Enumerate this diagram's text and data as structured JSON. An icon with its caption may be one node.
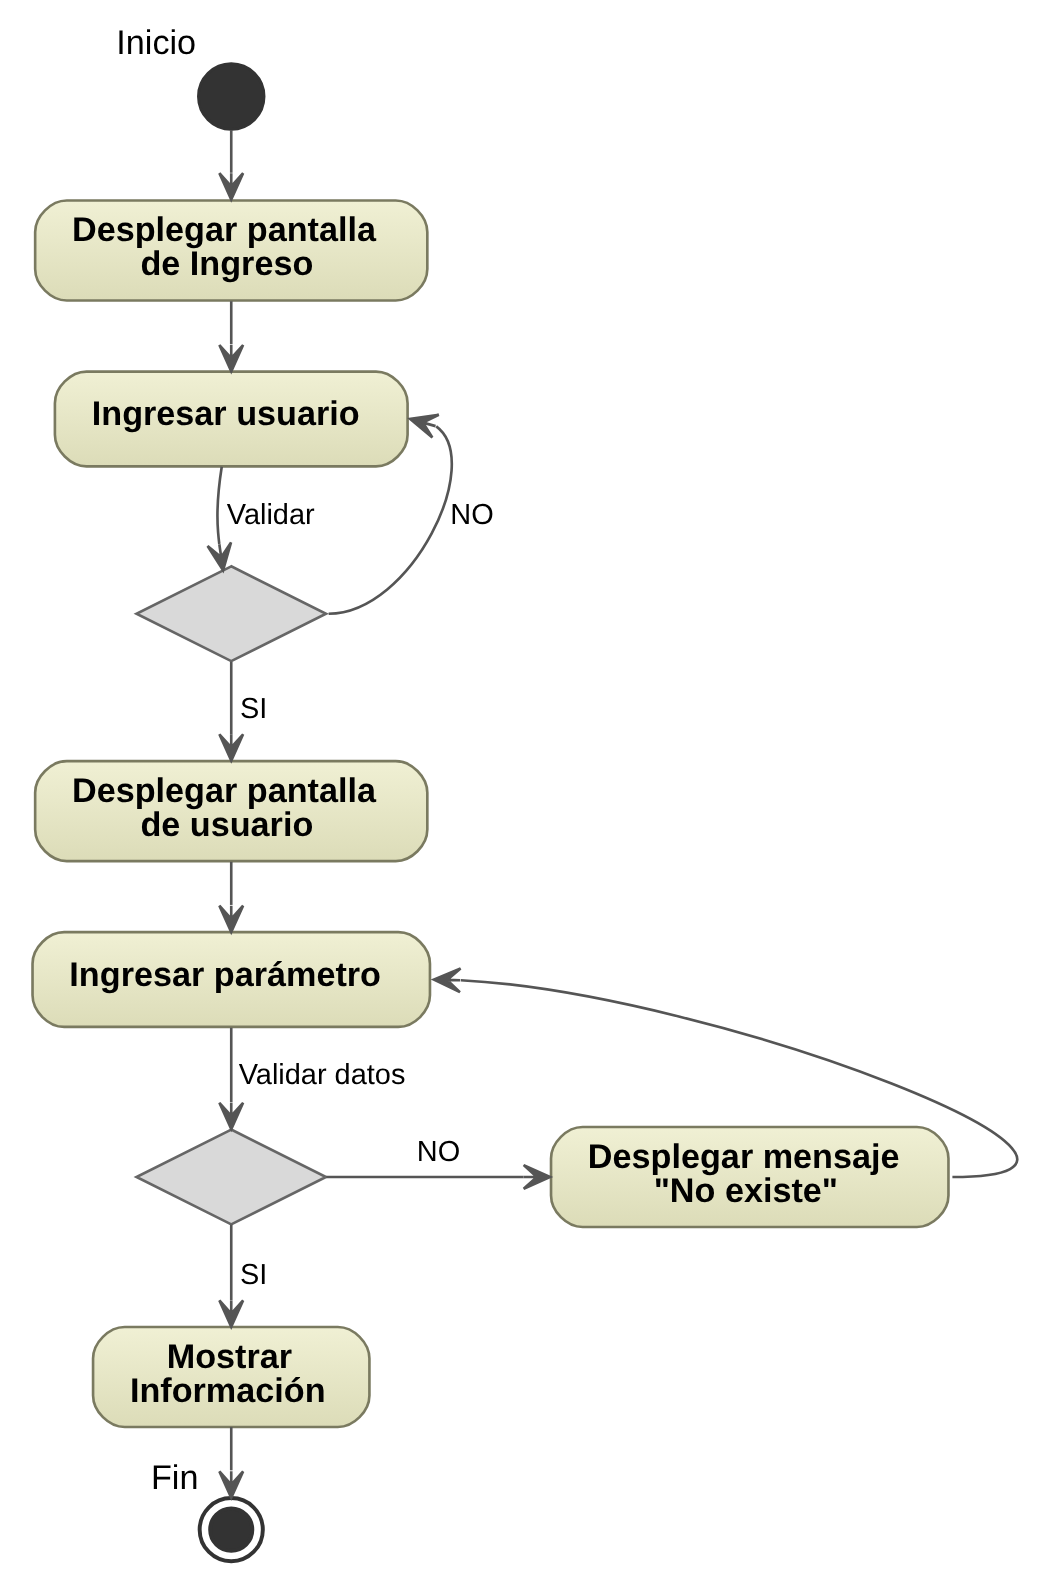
{
  "diagram": {
    "nodes": [
      {
        "text": [],
        "shape": "circle",
        "beside": [
          "Inicio"
        ]
      },
      {
        "text": [
          "Desplegar pantalla de Ingreso"
        ]
      },
      {
        "text": [
          "Ingresar usuario"
        ]
      },
      {
        "text": [],
        "shape": "diamond"
      },
      {
        "text": [
          "Desplegar pantalla de usuario"
        ]
      },
      {
        "text": [
          "Ingresar parámetro"
        ]
      },
      {
        "text": [],
        "shape": "diamond"
      },
      {
        "text": [
          "Desplegar mensaje \"No existe\""
        ]
      },
      {
        "text": [
          "Mostrar Información"
        ]
      },
      {
        "text": [],
        "shape": "circle",
        "beside": [
          "Fin"
        ]
      }
    ],
    "edges": [
      {
        "from": 0,
        "to": 1,
        "arrow": "to"
      },
      {
        "from": 1,
        "to": 2,
        "arrow": "to"
      },
      {
        "from": 2,
        "to": 3,
        "arrow": "to",
        "label": "Validar"
      },
      {
        "from": 3,
        "to": 2,
        "arrow": "to",
        "label": "NO"
      },
      {
        "from": 3,
        "to": 4,
        "arrow": "to",
        "label": "SI"
      },
      {
        "from": 4,
        "to": 5,
        "arrow": "to"
      },
      {
        "from": 5,
        "to": 6,
        "arrow": "to",
        "label": "Validar datos"
      },
      {
        "from": 6,
        "to": 7,
        "arrow": "to",
        "label": "NO"
      },
      {
        "from": 7,
        "to": 5,
        "arrow": "to"
      },
      {
        "from": 6,
        "to": 8,
        "arrow": "to",
        "label": "SI"
      },
      {
        "from": 8,
        "to": 9,
        "arrow": "to"
      }
    ]
  }
}
